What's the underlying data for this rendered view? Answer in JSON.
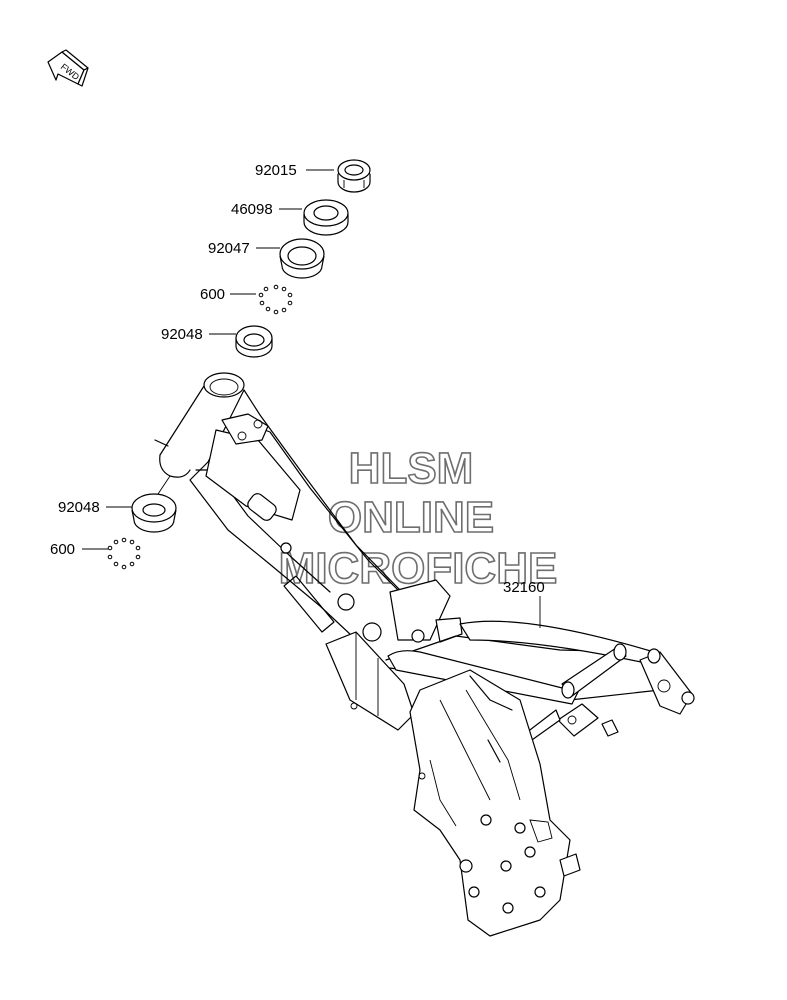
{
  "fwd_icon": {
    "label": "FWD",
    "icon": "arrow-left-icon"
  },
  "parts": [
    {
      "part_no": "92015",
      "name": "nut"
    },
    {
      "part_no": "46098",
      "name": "washer"
    },
    {
      "part_no": "92047",
      "name": "bearing-race-upper"
    },
    {
      "part_no": "600",
      "name": "steel-balls-upper"
    },
    {
      "part_no": "92048",
      "name": "bearing-race-lower"
    },
    {
      "part_no": "92048",
      "name": "bearing-race-bottom"
    },
    {
      "part_no": "600",
      "name": "steel-balls-lower"
    },
    {
      "part_no": "32160",
      "name": "frame"
    }
  ],
  "watermark": {
    "line1": "HLSM",
    "line2": "ONLINE",
    "line3": "MICROFICHE"
  }
}
